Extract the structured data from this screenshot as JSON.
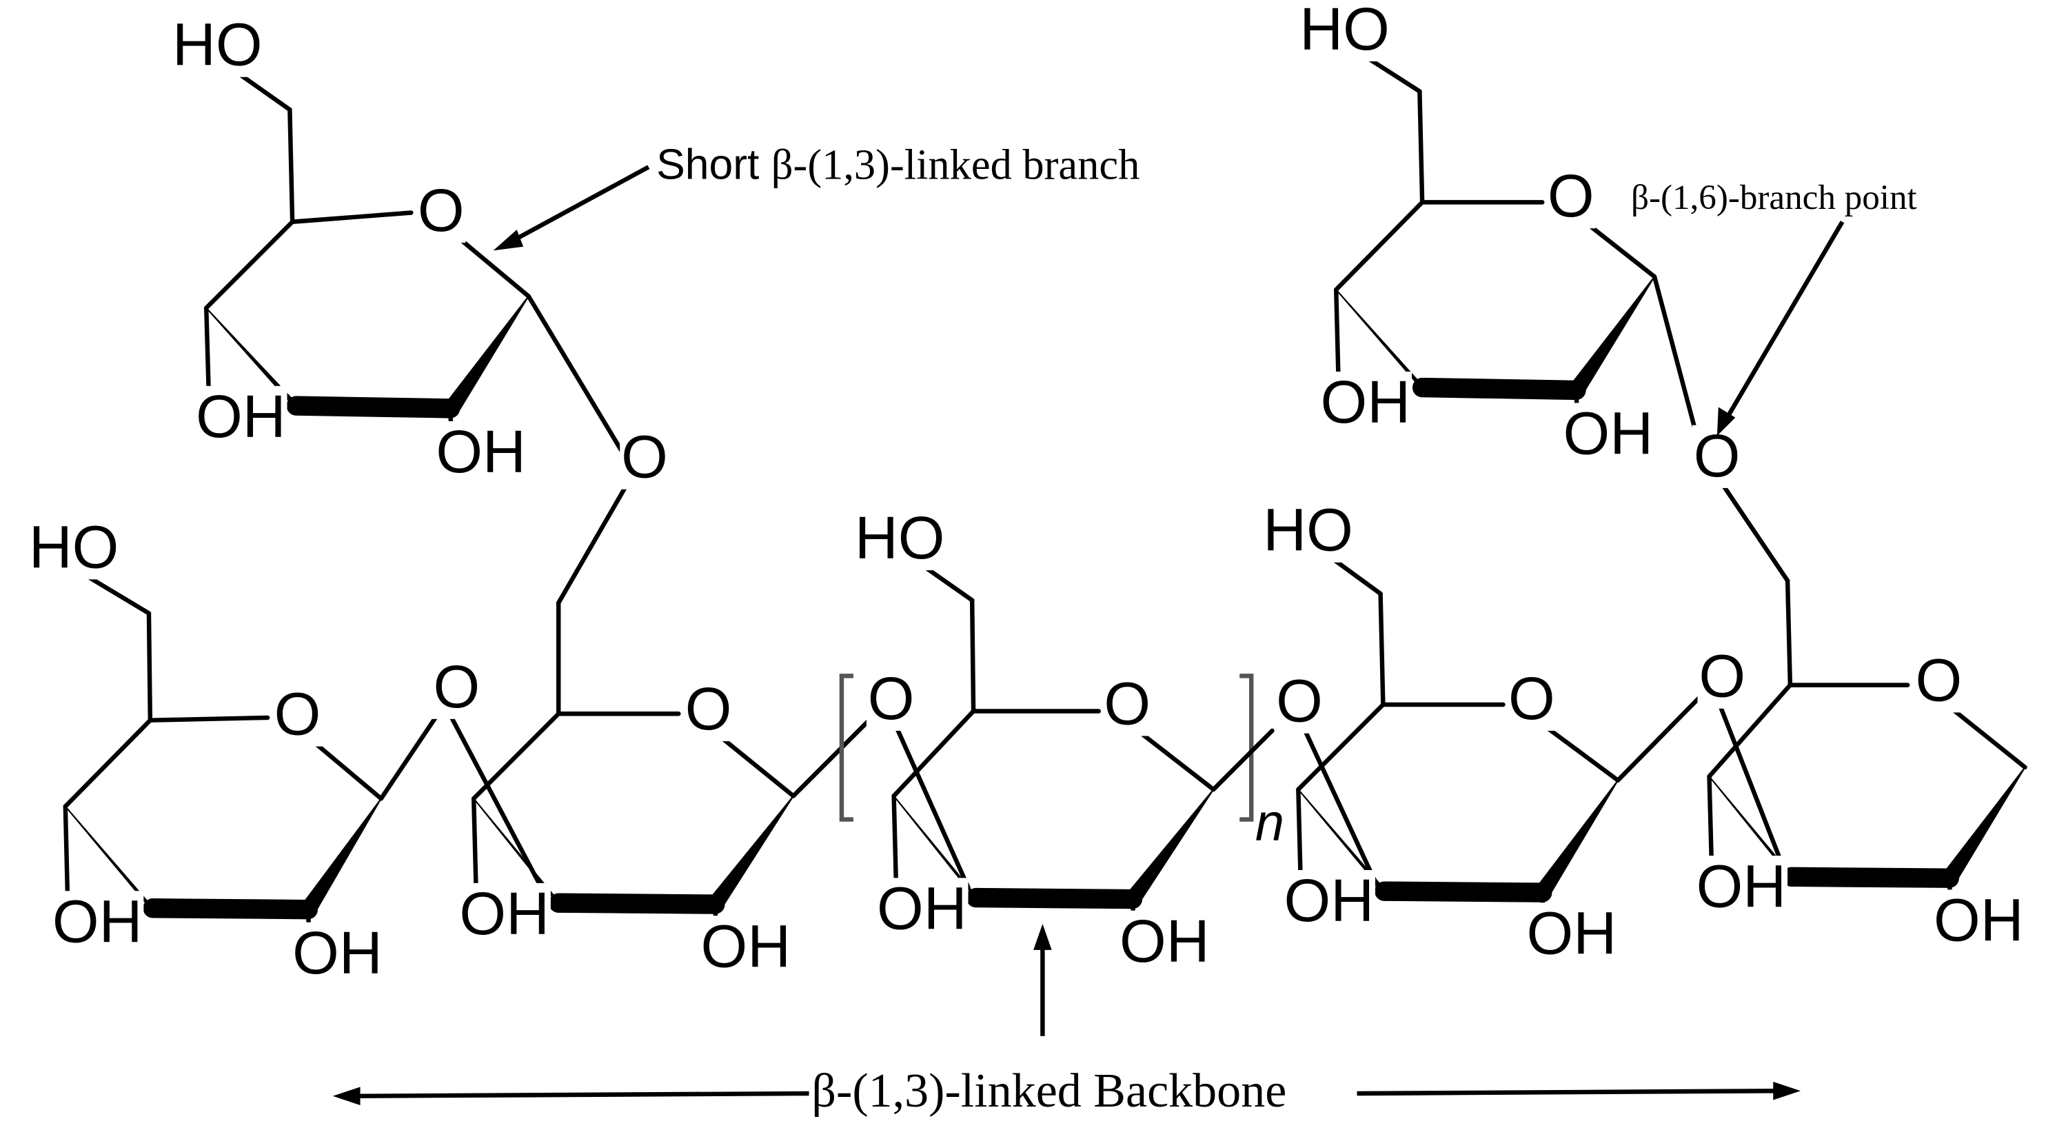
{
  "atoms": {
    "HO": "HO",
    "OH": "OH",
    "O": "O"
  },
  "labels": {
    "short_branch_prefix": "Short ",
    "short_branch_rest": "β-(1,3)-linked branch",
    "branch_point": "β-(1,6)-branch point",
    "backbone": "β-(1,3)-linked Backbone",
    "repeat_subscript": "n"
  }
}
